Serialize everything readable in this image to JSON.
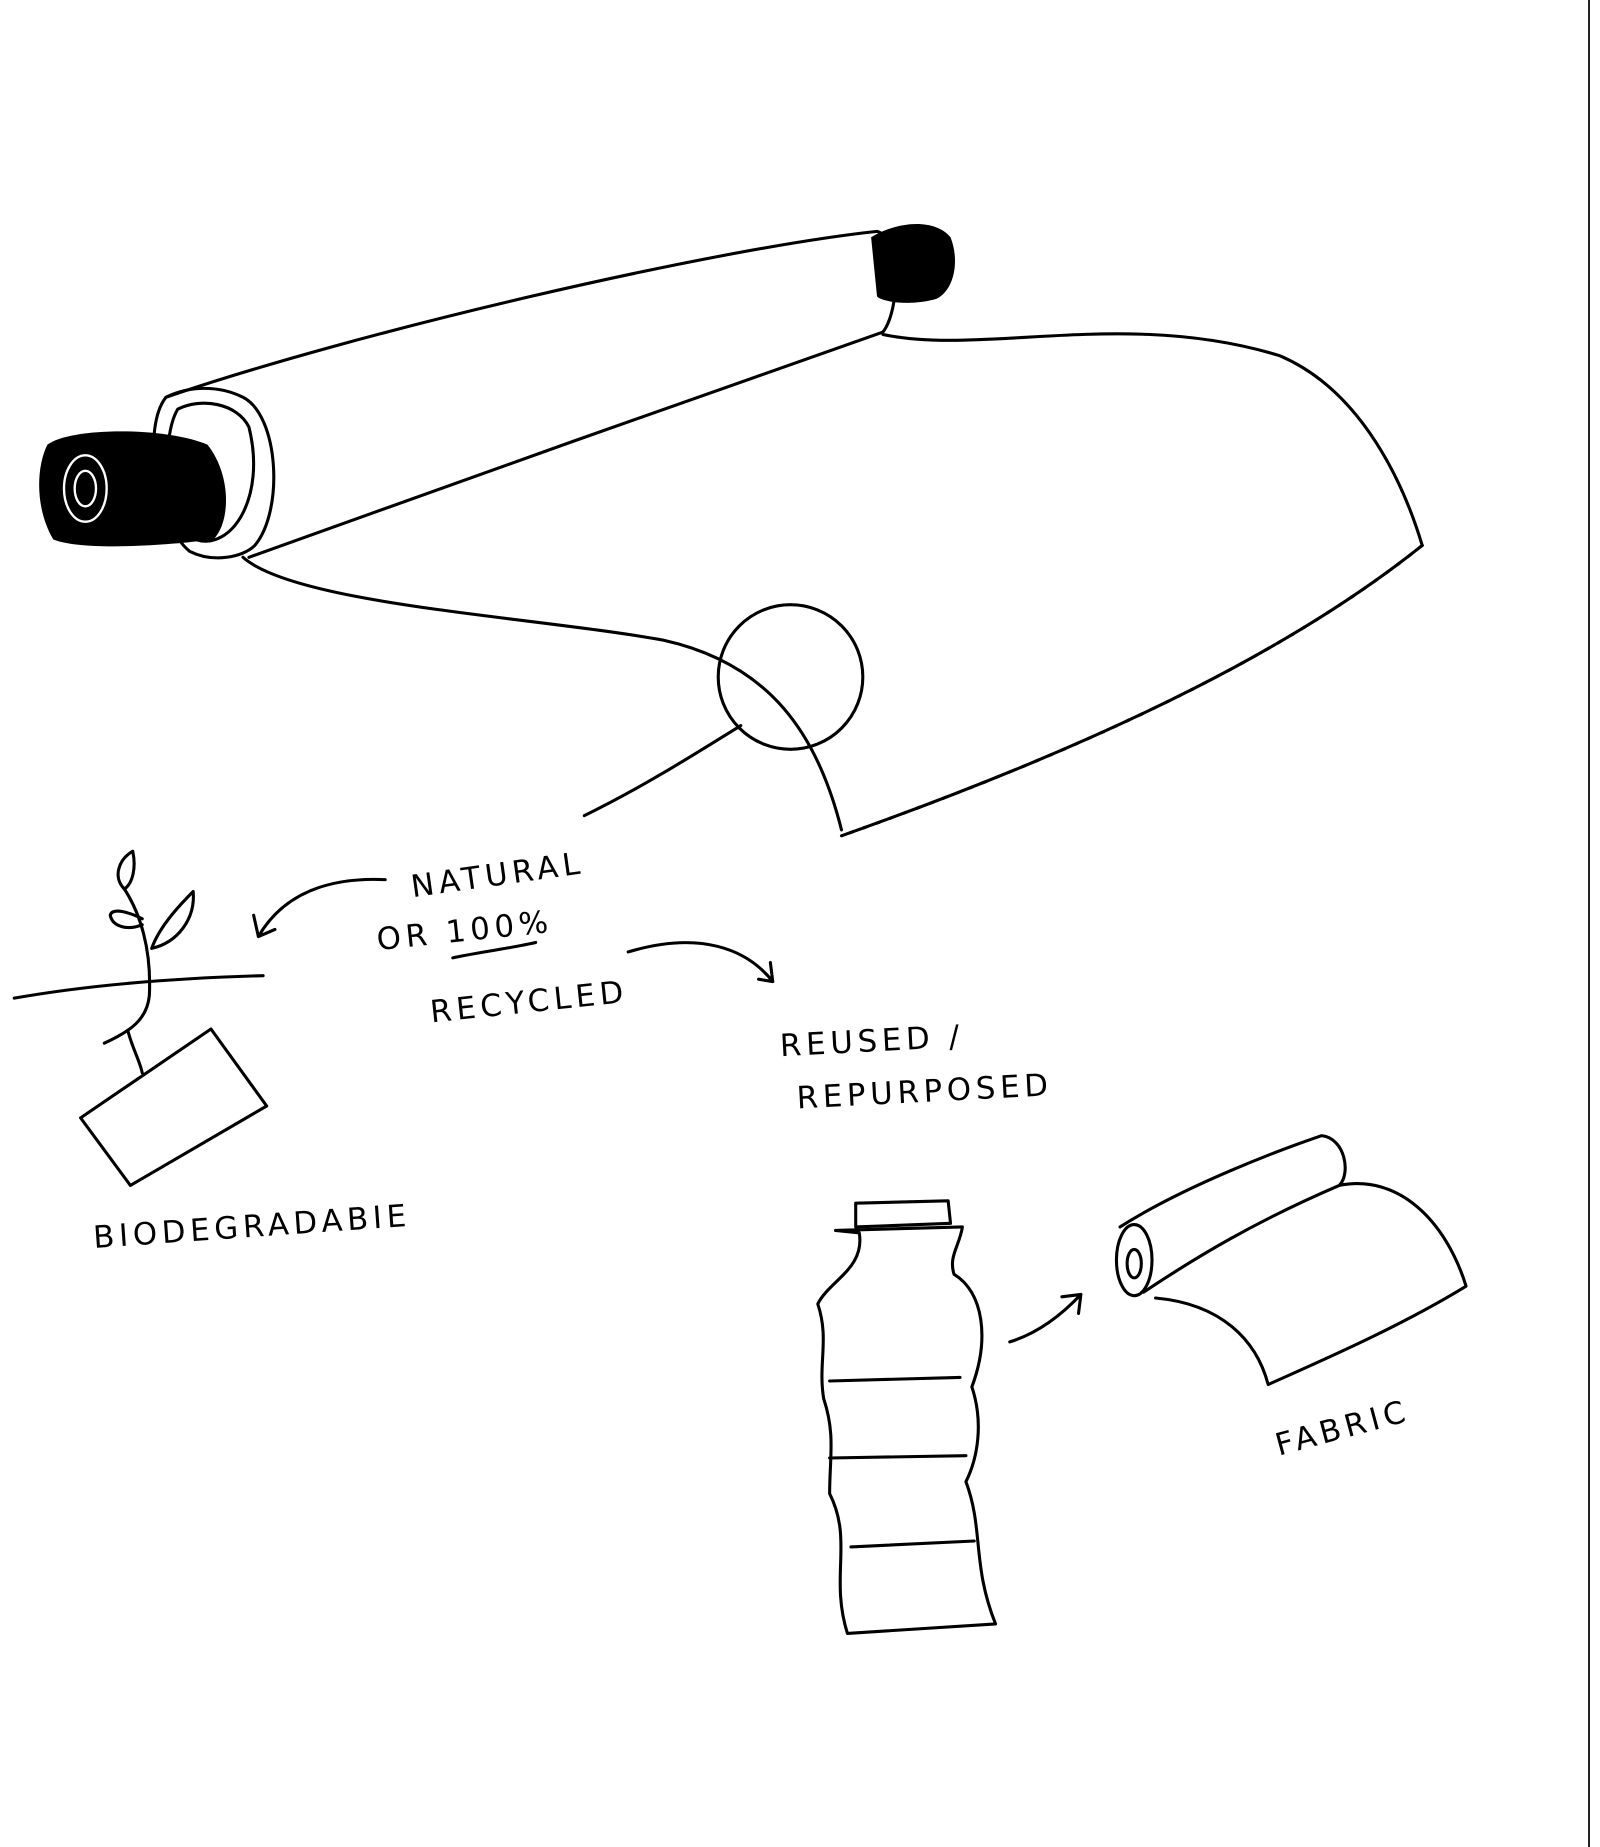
{
  "labels": {
    "natural": "NATURAL",
    "or_100": "OR 100%",
    "recycled": "RECYCLED",
    "reused": "REUSED /",
    "repurposed": "REPURPOSED",
    "biodegradable": "BIODEGRADABIE",
    "fabric": "FABRIC"
  },
  "colors": {
    "ink": "#000000",
    "paper": "#ffffff"
  }
}
